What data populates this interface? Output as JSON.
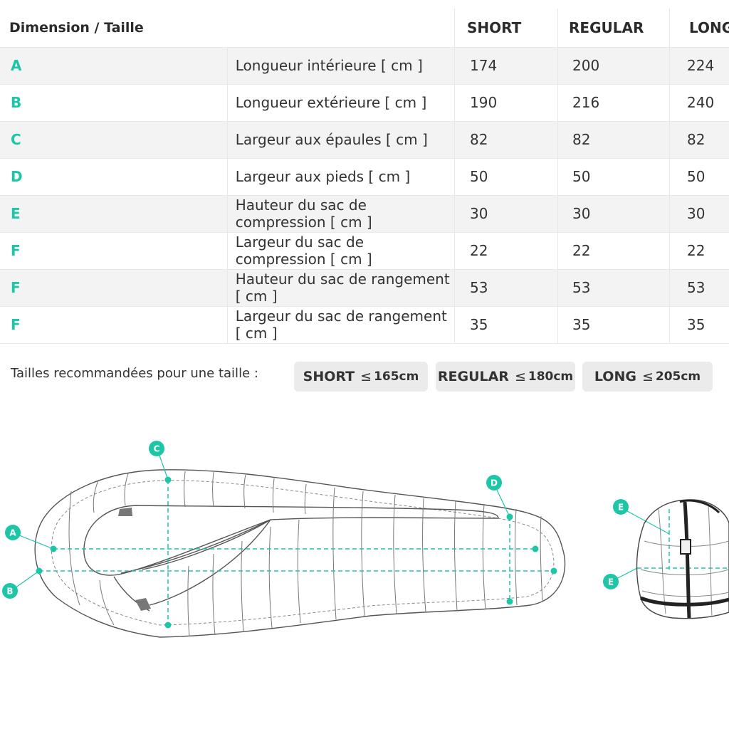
{
  "table": {
    "header": {
      "label": "Dimension / Taille",
      "short": "SHORT",
      "regular": "REGULAR",
      "long": "LONG"
    },
    "rows": [
      {
        "letter": "A",
        "label": "Longueur intérieure [ cm ]",
        "short": "174",
        "regular": "200",
        "long": "224"
      },
      {
        "letter": "B",
        "label": "Longueur extérieure [ cm ]",
        "short": "190",
        "regular": "216",
        "long": "240"
      },
      {
        "letter": "C",
        "label": "Largeur aux épaules [ cm ]",
        "short": "82",
        "regular": "82",
        "long": "82"
      },
      {
        "letter": "D",
        "label": "Largeur aux pieds [ cm ]",
        "short": "50",
        "regular": "50",
        "long": "50"
      },
      {
        "letter": "E",
        "label": "Hauteur du sac de compression [ cm ]",
        "short": "30",
        "regular": "30",
        "long": "30"
      },
      {
        "letter": "F",
        "label": "Largeur du sac de compression [ cm ]",
        "short": "22",
        "regular": "22",
        "long": "22"
      },
      {
        "letter": "F",
        "label": "Hauteur du sac de rangement [ cm ]",
        "short": "53",
        "regular": "53",
        "long": "53"
      },
      {
        "letter": "F",
        "label": "Largeur du sac de rangement [ cm ]",
        "short": "35",
        "regular": "35",
        "long": "35"
      }
    ]
  },
  "recommendation": {
    "label": "Tailles recommandées pour une taille :",
    "symbol": "≤",
    "badges": [
      {
        "size": "SHORT",
        "value": "165cm"
      },
      {
        "size": "REGULAR",
        "value": "180cm"
      },
      {
        "size": "LONG",
        "value": "205cm"
      }
    ]
  },
  "diagram": {
    "markers": [
      "A",
      "B",
      "C",
      "D",
      "E",
      "E"
    ],
    "accent_color": "#1ec6a8",
    "line_color": "#555555"
  }
}
